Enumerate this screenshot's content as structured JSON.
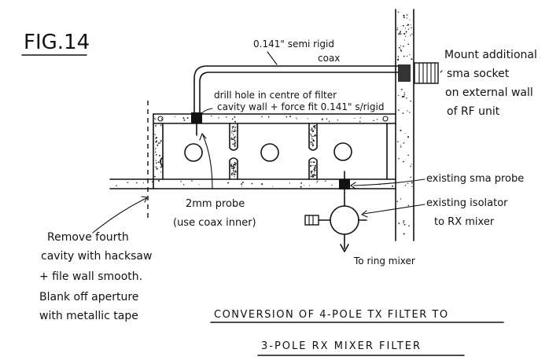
{
  "figure": {
    "label": "FIG.14",
    "title_line1": "CONVERSION OF 4-POLE TX FILTER TO",
    "title_line2": "3-POLE RX MIXER FILTER"
  },
  "annotations": {
    "coax": "0.141\" semi rigid coax",
    "coax_line1": "0.141\" semi rigid",
    "coax_line2": "coax",
    "mount_line1": "Mount additional",
    "mount_line2": "sma socket",
    "mount_line3": "on external wall",
    "mount_line4": "of RF unit",
    "drill_line1": "drill hole in centre of filter",
    "drill_line2": "cavity wall + force fit 0.141\" s/rigid",
    "probe_line1": "2mm probe",
    "probe_line2": "(use coax inner)",
    "existing_probe": "existing sma probe",
    "isolator_line1": "existing isolator",
    "isolator_line2": "to RX mixer",
    "ring_mixer": "To ring mixer",
    "remove_line1": "Remove fourth",
    "remove_line2": "cavity with hacksaw",
    "remove_line3": "+ file wall smooth.",
    "remove_line4": "Blank off aperture",
    "remove_line5": "with metallic tape"
  },
  "colors": {
    "ink": "#111111",
    "paper": "#ffffff"
  }
}
